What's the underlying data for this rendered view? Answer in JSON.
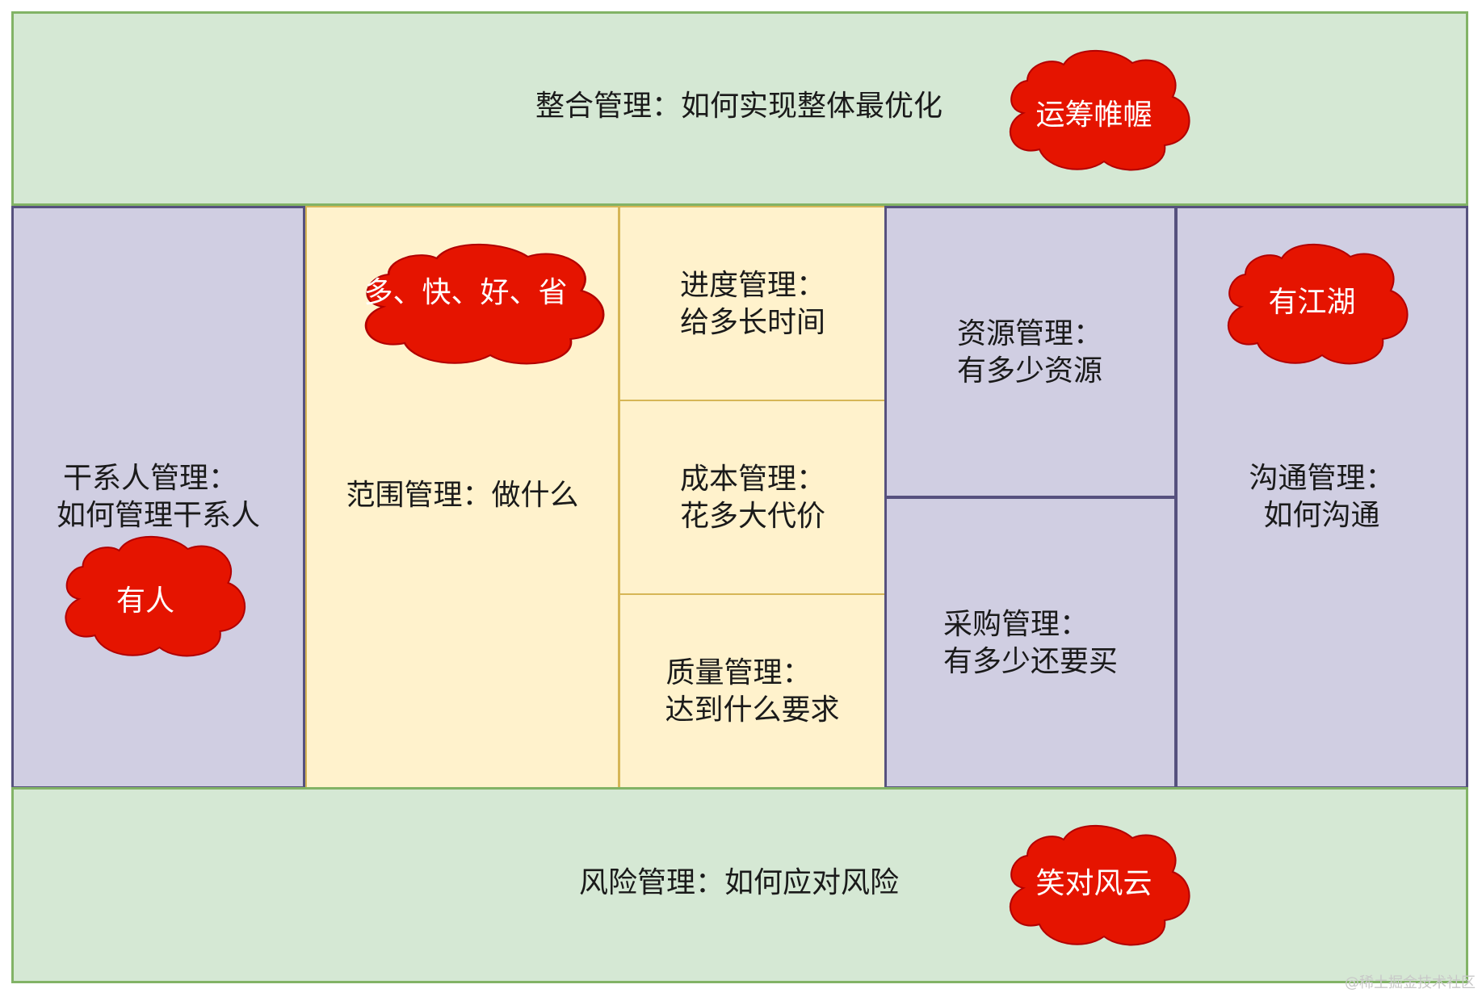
{
  "colors": {
    "green_fill": "#d5e8d4",
    "green_stroke": "#82b366",
    "purple_fill": "#d0cee2",
    "purple_stroke": "#56517e",
    "yellow_fill": "#fff2cc",
    "yellow_stroke": "#d6b656",
    "cloud_fill": "#e51400",
    "cloud_stroke": "#b20000"
  },
  "integration": {
    "text": "整合管理：如何实现整体最优化",
    "cloud": "运筹帷幄"
  },
  "stakeholder": {
    "line1": "干系人管理：",
    "line2": "如何管理干系人",
    "cloud": "有人"
  },
  "scope": {
    "text": "范围管理：做什么",
    "cloud": "多、快、好、省"
  },
  "schedule": {
    "line1": "进度管理：",
    "line2": "给多长时间"
  },
  "cost": {
    "line1": "成本管理：",
    "line2": "花多大代价"
  },
  "quality": {
    "line1": "质量管理：",
    "line2": "达到什么要求"
  },
  "resource": {
    "line1": "资源管理：",
    "line2": "有多少资源"
  },
  "procurement": {
    "line1": "采购管理：",
    "line2": "有多少还要买"
  },
  "communication": {
    "line1": "沟通管理：",
    "line2": "如何沟通",
    "cloud": "有江湖"
  },
  "risk": {
    "text": "风险管理：如何应对风险",
    "cloud": "笑对风云"
  },
  "watermark": "@稀土掘金技术社区"
}
